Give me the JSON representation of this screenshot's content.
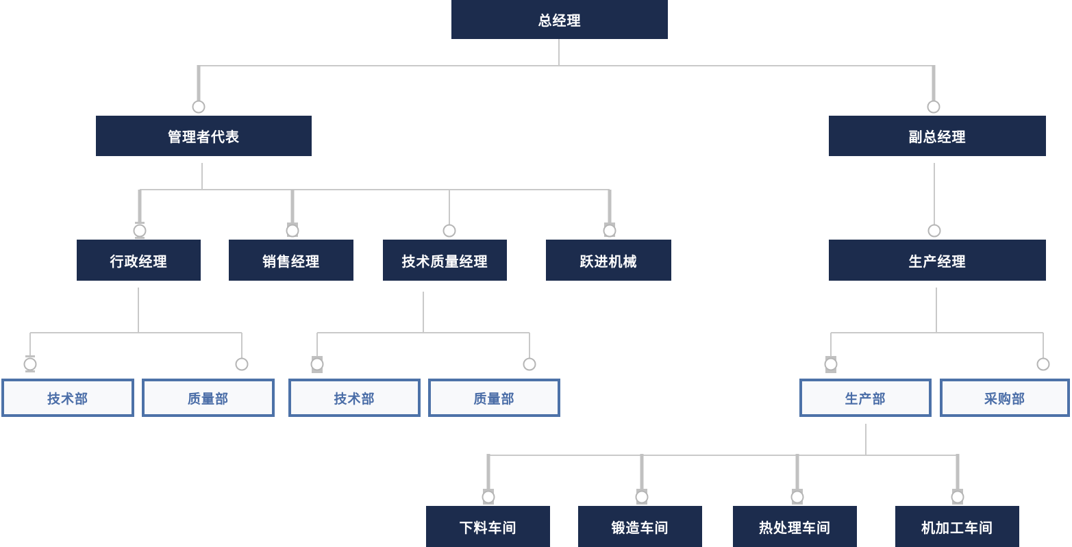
{
  "colors": {
    "executive_bg": "#1c2c4d",
    "executive_text": "#ffffff",
    "department_bg": "#f8f9fb",
    "department_border": "#4d72a8",
    "department_text": "#4a6da7",
    "connector": "#c9c9c9",
    "connector_thick": "#c1c1c1",
    "joint_stroke": "#b5b5b5"
  },
  "nodes": {
    "ceo": {
      "label": "总经理"
    },
    "management_rep": {
      "label": "管理者代表"
    },
    "deputy_gm": {
      "label": "副总经理"
    },
    "admin_manager": {
      "label": "行政经理"
    },
    "sales_manager": {
      "label": "销售经理"
    },
    "tech_quality_manager": {
      "label": "技术质量经理"
    },
    "yuejin_machinery": {
      "label": "跃进机械"
    },
    "production_manager": {
      "label": "生产经理"
    },
    "tech_dept_admin": {
      "label": "技术部"
    },
    "quality_dept_admin": {
      "label": "质量部"
    },
    "tech_dept_tq": {
      "label": "技术部"
    },
    "quality_dept_tq": {
      "label": "质量部"
    },
    "production_dept": {
      "label": "生产部"
    },
    "purchasing_dept": {
      "label": "采购部"
    },
    "cutting_workshop": {
      "label": "下料车间"
    },
    "forging_workshop": {
      "label": "锻造车间"
    },
    "heat_treatment_workshop": {
      "label": "热处理车间"
    },
    "machining_workshop": {
      "label": "机加工车间"
    }
  }
}
